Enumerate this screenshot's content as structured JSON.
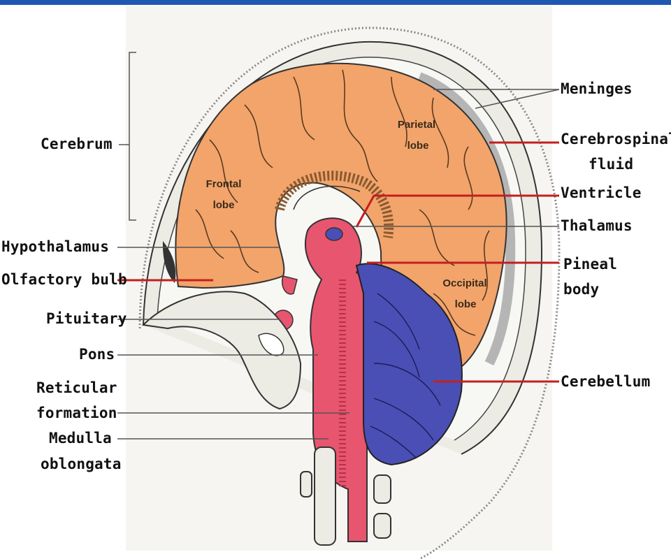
{
  "diagram": {
    "labels_left": {
      "cerebrum": "Cerebrum",
      "hypothalamus": "Hypothalamus",
      "olfactory_bulb": "Olfactory bulb",
      "pituitary": "Pituitary",
      "pons": "Pons",
      "reticular_formation": [
        "Reticular",
        "formation"
      ],
      "medulla_oblongata": [
        "Medulla",
        "oblongata"
      ]
    },
    "labels_right": {
      "meninges": "Meninges",
      "cerebrospinal_fluid": [
        "Cerebrospinal",
        "fluid"
      ],
      "ventricle": "Ventricle",
      "thalamus": "Thalamus",
      "pineal_body": [
        "Pineal",
        "body"
      ],
      "cerebellum": "Cerebellum"
    },
    "lobes": {
      "frontal": [
        "Frontal",
        "lobe"
      ],
      "parietal": [
        "Parietal",
        "lobe"
      ],
      "occipital": [
        "Occipital",
        "lobe"
      ]
    },
    "colors": {
      "cerebrum": "#f2a46b",
      "brainstem": "#e8556e",
      "cerebellum": "#4a4fb5",
      "leader_red": "#c41f1f",
      "leader_gray": "#555555",
      "top_bar": "#1f57b3"
    }
  }
}
